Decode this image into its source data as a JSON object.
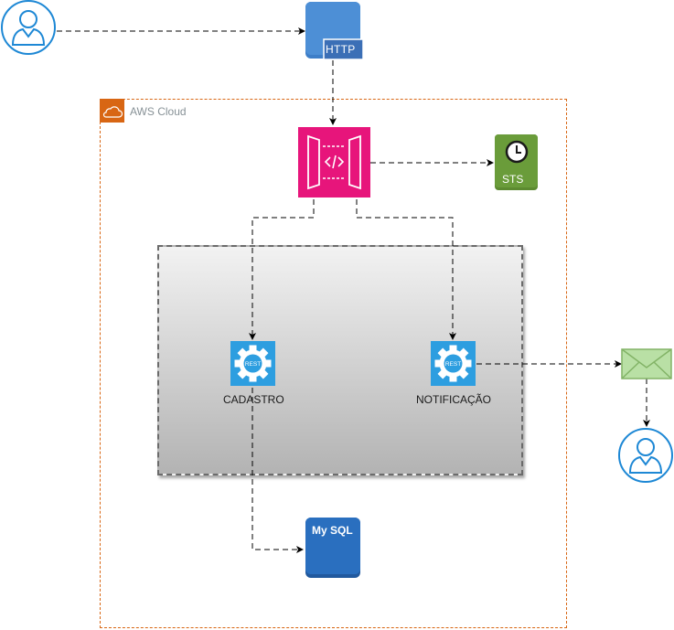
{
  "aws_cloud": {
    "label": "AWS Cloud"
  },
  "http": {
    "label": "HTTP"
  },
  "sts": {
    "label": "STS"
  },
  "database": {
    "label": "My SQL"
  },
  "services": [
    {
      "label": "CADASTRO"
    },
    {
      "label": "NOTIFICAÇÃO"
    }
  ],
  "colors": {
    "aws_border": "#d86613",
    "api_gateway": "#e7157b",
    "sts": "#6a9c3a",
    "rest_service": "#2d9ee0",
    "user": "#1e88d5",
    "database": "#2a6fbf",
    "email": "#97d077"
  }
}
